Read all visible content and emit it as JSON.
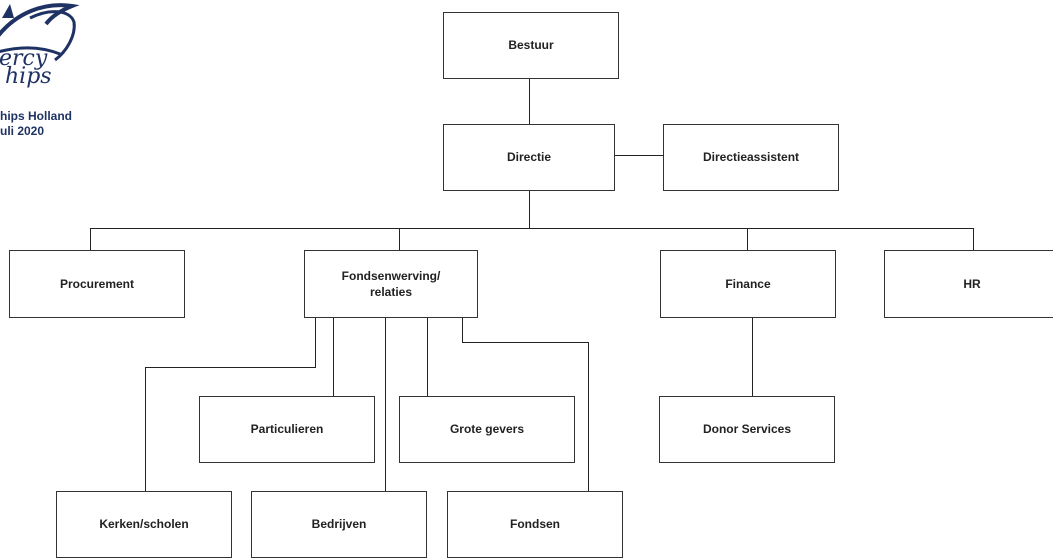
{
  "logo": {
    "word_line1": "ercy",
    "word_line2": "hips",
    "subtitle_line1": "hips Holland",
    "subtitle_line2": "uli 2020",
    "color": "#1f3264"
  },
  "org": {
    "bestuur": "Bestuur",
    "directie": "Directie",
    "directieassistent": "Directieassistent",
    "procurement": "Procurement",
    "fondsenwerving": "Fondsenwerving/\nrelaties",
    "finance": "Finance",
    "hr": "HR",
    "particulieren": "Particulieren",
    "grote_gevers": "Grote gevers",
    "donor_services": "Donor Services",
    "kerken_scholen": "Kerken/scholen",
    "bedrijven": "Bedrijven",
    "fondsen": "Fondsen"
  }
}
